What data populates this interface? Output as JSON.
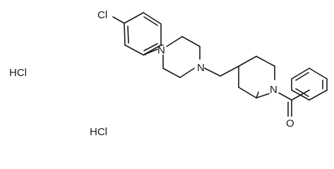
{
  "molecule": {
    "atoms": {
      "chlorine": "Cl",
      "piperazine_n1": "N",
      "piperazine_n2": "N",
      "piperidine_n": "N",
      "carbonyl_o": "O"
    },
    "salts": [
      "HCl",
      "HCl"
    ]
  }
}
